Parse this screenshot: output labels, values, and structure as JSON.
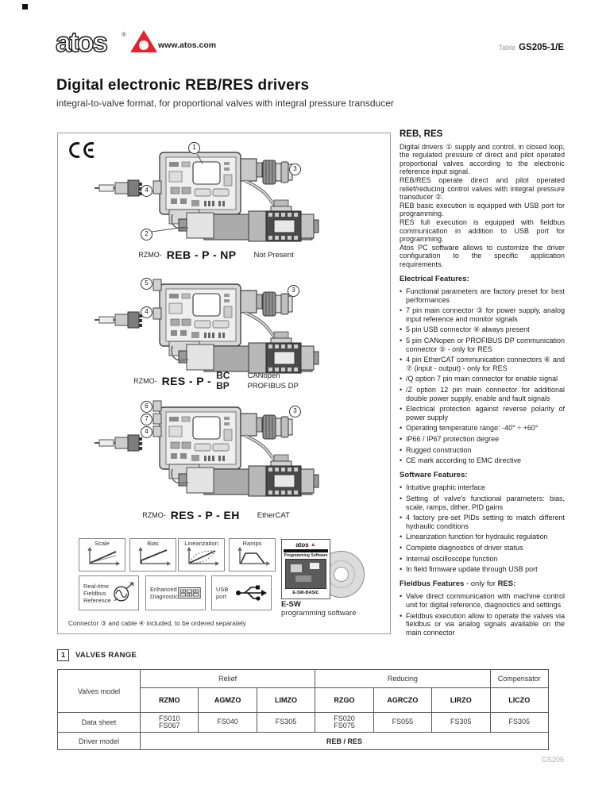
{
  "header": {
    "logo_text": "atos",
    "website": "www.atos.com",
    "table_label": "Table",
    "table_code": "GS205-1/E"
  },
  "title": "Digital electronic REB/RES drivers",
  "subtitle": "integral-to-valve format, for proportional valves with integral pressure transducer",
  "figure": {
    "ce_mark": "CE",
    "variants": [
      {
        "prefix": "RZMO-",
        "code": "REB - P - NP",
        "note": "Not Present",
        "callouts": [
          "1",
          "3",
          "4",
          "2"
        ]
      },
      {
        "prefix": "RZMO-",
        "code": "RES - P -",
        "options": [
          "BC",
          "BP"
        ],
        "notes": [
          "CANopen",
          "PROFIBUS DP"
        ],
        "callouts": [
          "5",
          "4",
          "3"
        ]
      },
      {
        "prefix": "RZMO-",
        "code": "RES - P - EH",
        "note": "EtherCAT",
        "callouts": [
          "6",
          "7",
          "4",
          "3"
        ]
      }
    ],
    "function_icons": [
      "Scale",
      "Bias",
      "Linearization",
      "Ramps"
    ],
    "feature_icons": [
      "Real-time\nFieldbus\nReference",
      "Enhanced\nDiagnostic",
      "USB\nport"
    ],
    "esw": {
      "brand": "atos",
      "band_label": "Programming Software",
      "edition": "E-SW-BASIC",
      "name": "E-SW",
      "caption": "programming software"
    },
    "footnote": "Connector ③ and cable ④ included, to be ordered separately"
  },
  "info": {
    "heading": "REB, RES",
    "paragraphs": [
      "Digital drivers ① supply and control, in closed loop, the regulated pressure of direct and pilot operated proportional valves according to the electronic reference input signal.",
      "REB/RES operate direct and pilot operated relief/reducing control valves with integral pressure transducer ②.",
      "REB basic execution is equipped with USB port for programming.",
      "RES full execution is equipped with fieldbus communication in addition to USB port for programming.",
      "Atos PC software allows to customize the driver configuration to the specific application requirements."
    ],
    "electrical": {
      "title": "Electrical Features:",
      "bullets": [
        "Functional parameters are factory preset for best performances",
        "7 pin main connector ③ for power supply, analog input reference and monitor signals",
        "5 pin USB connector ④ always present",
        "5 pin CANopen or PROFIBUS DP communication connector ⑤ - only for RES",
        "4 pin EtherCAT communication connectors ⑥ and ⑦ (input - output) - only for RES",
        "/Q option 7 pin main connector for enable signal",
        "/Z option 12 pin main connector for additional double power supply, enable and fault signals",
        "Electrical protection against reverse polarity of power supply",
        "Operating temperature range: -40° ÷ +60°",
        "IP66 / IP67 protection degree",
        "Rugged construction",
        "CE mark according to EMC directive"
      ]
    },
    "software": {
      "title": "Software Features:",
      "bullets": [
        "Intuitive graphic interface",
        "Setting of valve's functional parameters: bias, scale, ramps, dither, PID gains",
        "4 factory pre-set PIDs setting to match different hydraulic conditions",
        "Linearization function for hydraulic regulation",
        "Complete diagnostics of driver status",
        "Internal oscilloscope function",
        "In field firmware update through USB port"
      ]
    },
    "fieldbus": {
      "title_bold": "Fieldbus Features",
      "title_mid": " - only for ",
      "title_bold2": "RES:",
      "bullets": [
        "Valve direct communication with machine control unit for digital reference, diagnostics and settings",
        "Fieldbus execution allow to operate the valves via fieldbus or via analog signals available on the main connector"
      ]
    }
  },
  "valves_table": {
    "section_number": "1",
    "section_title": "VALVES RANGE",
    "rows_label": "Valves model",
    "groups": [
      {
        "label": "Relief"
      },
      {
        "label": "Reducing"
      },
      {
        "label": "Compensator"
      }
    ],
    "models": [
      "RZMO",
      "AGMZO",
      "LIMZO",
      "RZGO",
      "AGRCZO",
      "LIRZO",
      "LICZO"
    ],
    "datasheet_label": "Data sheet",
    "datasheets": [
      "FS010\nFS067",
      "FS040",
      "FS305",
      "FS020\nFS075",
      "FS055",
      "FS305",
      "FS305"
    ],
    "driver_label": "Driver model",
    "driver_value": "REB / RES"
  },
  "footer": {
    "page_code": "GS205"
  }
}
